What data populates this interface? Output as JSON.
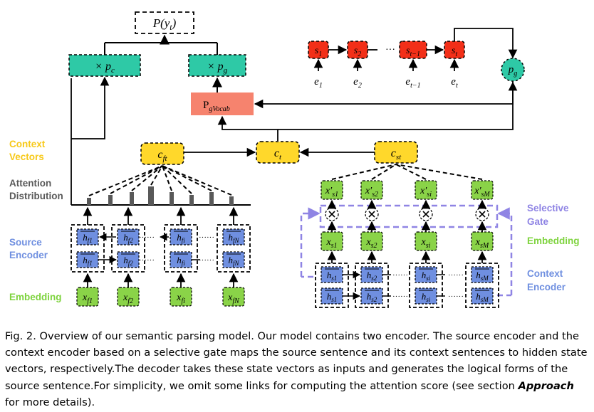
{
  "output_label": "P(y",
  "output_sub": "t",
  "gates": {
    "pc": "c",
    "pg": "g"
  },
  "vocab": {
    "main": "P",
    "sub": "gVocab"
  },
  "pg_node": "g",
  "decoder": {
    "states": [
      "1",
      "2",
      "t−1",
      "t"
    ],
    "inputs": [
      "1",
      "2",
      "t−1",
      "t"
    ],
    "ellipsis": "···"
  },
  "context_vectors": {
    "cft": "ft",
    "ct": "t",
    "cst": "st"
  },
  "left_labels": {
    "context_vectors": [
      "Context",
      "Vectors"
    ],
    "attention": [
      "Attention",
      "Distribution"
    ],
    "source_encoder": [
      "Source",
      "Encoder"
    ],
    "embedding": "Embedding"
  },
  "right_labels": {
    "selective_gate": [
      "Selective",
      "Gate"
    ],
    "embedding": "Embedding",
    "context_encoder": [
      "Context",
      "Encoder"
    ]
  },
  "source": {
    "subs": [
      "f1",
      "f2",
      "fi",
      "fN"
    ],
    "ellipsis": "······"
  },
  "context": {
    "subs": [
      "s1",
      "s2",
      "si",
      "sM"
    ],
    "prime_subs": [
      "s1",
      "s2",
      "si",
      "sM"
    ],
    "ellipsis": "······"
  },
  "caption": {
    "prefix": "Fig. 2.  Overview of our semantic parsing model. Our model contains two encoder. The source encoder and the context encoder based on a selective gate maps the source sentence and its context sentences to hidden state vectors, respectively.The decoder takes these state vectors as inputs and generates the logical forms of the source sentence.For simplicity, we omit some links for computing the attention score (see section ",
    "emph": "Approach",
    "suffix": " for more details)."
  },
  "colors": {
    "teal": "#2ec9a6",
    "salmon": "#f6836e",
    "red": "#f22f18",
    "yellow": "#ffd82b",
    "green": "#8ad348",
    "blue": "#6f8fe0",
    "purple": "#8f84e4",
    "gold_label": "#f7c919",
    "blue_label": "#6f8fe0",
    "green_label": "#7ed33e",
    "gray": "#595959"
  }
}
